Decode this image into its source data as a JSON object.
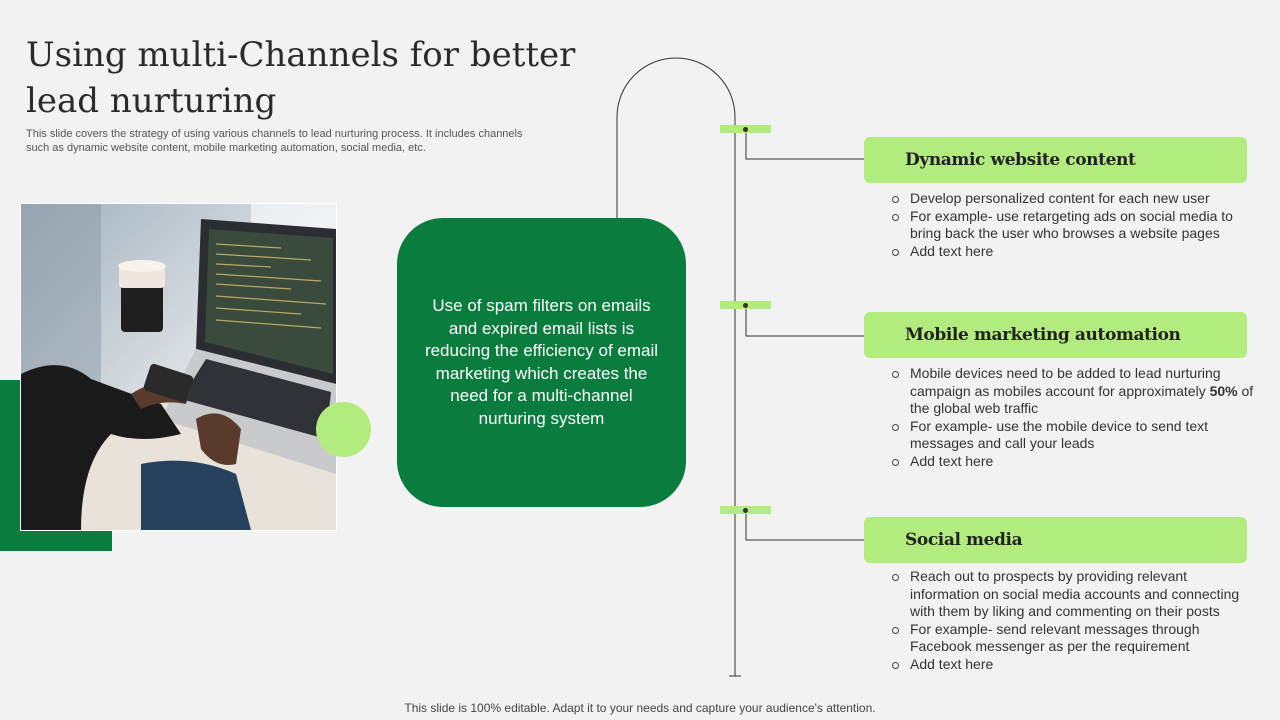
{
  "slide": {
    "title": "Using multi-Channels for better lead nurturing",
    "subtitle": "This slide covers the strategy of using various channels to lead nurturing process. It includes channels such as dynamic website content, mobile marketing automation, social media, etc.",
    "footer": "This slide is 100% editable. Adapt it to your needs and capture your audience's attention."
  },
  "center_box": {
    "text": "Use of spam filters on emails and expired email lists is reducing the efficiency of email marketing which creates the need for a multi-channel nurturing system"
  },
  "sections": [
    {
      "heading": "Dynamic website content",
      "bullets": [
        "Develop personalized content for each new user",
        "For example- use retargeting ads on social media to bring back the user who browses a website pages",
        "Add text here"
      ]
    },
    {
      "heading": "Mobile marketing automation",
      "bullets": [
        "Mobile devices need to be added to lead nurturing campaign as mobiles account for approximately",
        "50%",
        "of the global web traffic",
        "For example- use the mobile device to send text messages and call your leads",
        "Add text here"
      ]
    },
    {
      "heading": "Social media",
      "bullets": [
        "Reach out to prospects by providing relevant information on social media accounts and connecting with them by liking and commenting on their posts",
        "For example- send relevant messages through Facebook messenger as per the requirement",
        "Add text here"
      ]
    }
  ],
  "colors": {
    "dark_green": "#0a7d3e",
    "light_green": "#b2ec7f",
    "background": "#f2f2f2"
  }
}
